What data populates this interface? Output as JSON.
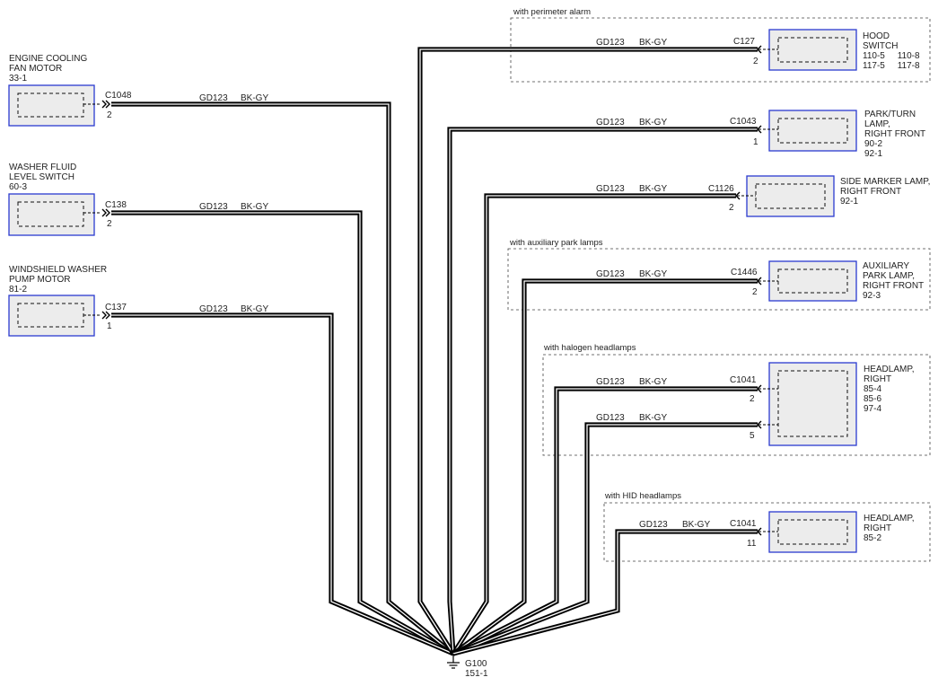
{
  "wire": {
    "circuit": "GD123",
    "color": "BK-GY"
  },
  "ground": {
    "id": "G100",
    "ref": "151-1"
  },
  "left_components": [
    {
      "name": [
        "ENGINE COOLING",
        "FAN MOTOR",
        "33-1"
      ],
      "connector": "C1048",
      "pin": "2"
    },
    {
      "name": [
        "WASHER FLUID",
        "LEVEL SWITCH",
        "60-3"
      ],
      "connector": "C138",
      "pin": "2"
    },
    {
      "name": [
        "WINDSHIELD WASHER",
        "PUMP MOTOR",
        "81-2"
      ],
      "connector": "C137",
      "pin": "1"
    }
  ],
  "right_components": [
    {
      "name": [
        "HOOD",
        "SWITCH",
        "110-5     110-8",
        "117-5     117-8"
      ],
      "connector": "C127",
      "pins": [
        "2"
      ]
    },
    {
      "name": [
        "PARK/TURN",
        "LAMP,",
        "RIGHT FRONT",
        "90-2",
        "92-1"
      ],
      "connector": "C1043",
      "pins": [
        "1"
      ]
    },
    {
      "name": [
        "SIDE MARKER LAMP,",
        "RIGHT FRONT",
        "92-1"
      ],
      "connector": "C1126",
      "pins": [
        "2"
      ]
    },
    {
      "name": [
        "AUXILIARY",
        "PARK LAMP,",
        "RIGHT FRONT",
        "92-3"
      ],
      "connector": "C1446",
      "pins": [
        "2"
      ]
    },
    {
      "name": [
        "HEADLAMP,",
        "RIGHT",
        "85-4",
        "85-6",
        "97-4"
      ],
      "connector": "C1041",
      "pins": [
        "2",
        "5"
      ]
    },
    {
      "name": [
        "HEADLAMP,",
        "RIGHT",
        "85-2"
      ],
      "connector": "C1041",
      "pins": [
        "11"
      ]
    }
  ],
  "option_groups": [
    "with perimeter alarm",
    "with auxiliary park lamps",
    "with halogen headlamps",
    "with HID headlamps"
  ]
}
